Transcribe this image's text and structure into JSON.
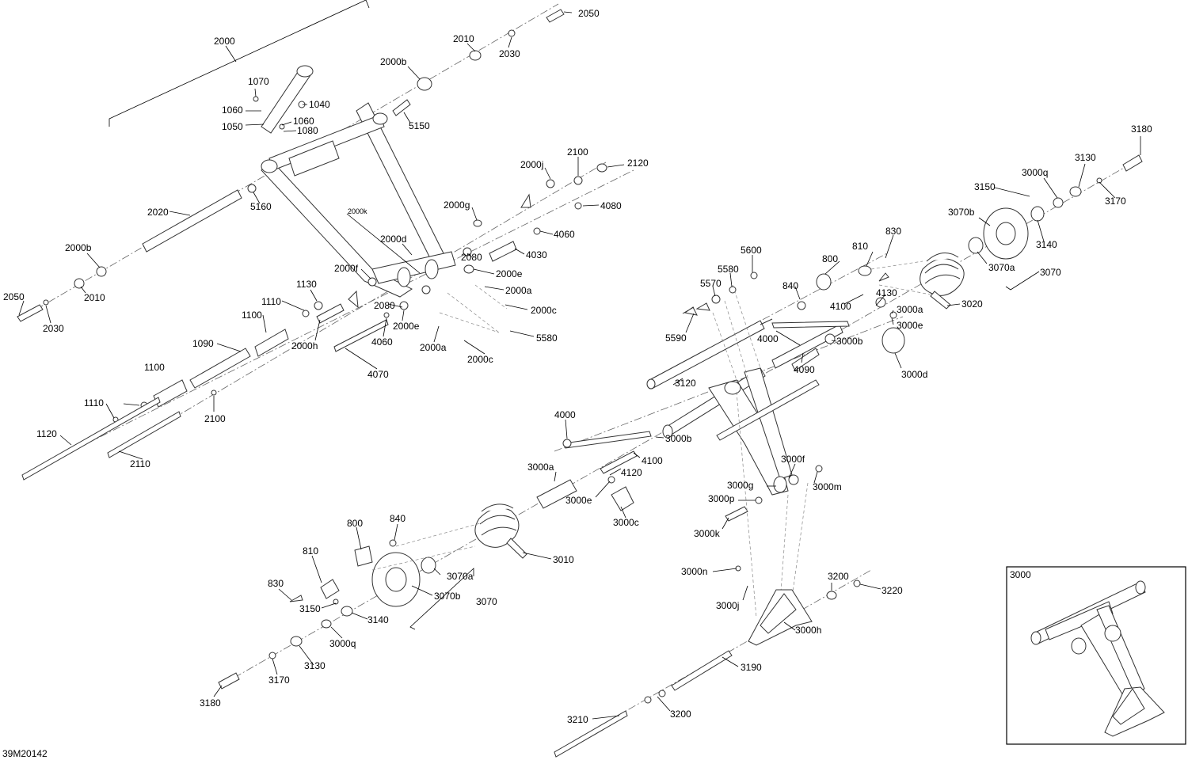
{
  "doc_id": "39M20142",
  "inset_label": "3000",
  "labels": [
    "2050",
    "2010",
    "2030",
    "2000",
    "2000b",
    "1070",
    "1040",
    "1060",
    "1050",
    "1060",
    "1080",
    "5150",
    "2000j",
    "2100",
    "2120",
    "3180",
    "3130",
    "3000q",
    "3170",
    "3150",
    "3070b",
    "3140",
    "3070a",
    "3070",
    "2000k",
    "2020",
    "5160",
    "2000g",
    "4080",
    "2000d",
    "4060",
    "4030",
    "2080",
    "2000e",
    "2000a",
    "2000c",
    "2000b",
    "2010",
    "2000f",
    "1130",
    "1110",
    "2080",
    "2000e",
    "5580",
    "2050",
    "2030",
    "1100",
    "2000h",
    "4060",
    "2000a",
    "2000c",
    "1090",
    "4070",
    "5600",
    "5580",
    "5570",
    "5590",
    "810",
    "830",
    "800",
    "840",
    "4100",
    "4130",
    "3000a",
    "3000e",
    "3020",
    "4000",
    "3000b",
    "3000d",
    "4090",
    "3120",
    "1100",
    "1110",
    "2100",
    "1120",
    "2110",
    "4000",
    "3000b",
    "4100",
    "4120",
    "3000a",
    "3000e",
    "3000c",
    "3000f",
    "3000g",
    "3000p",
    "3000m",
    "3000k",
    "800",
    "840",
    "810",
    "3010",
    "830",
    "3070a",
    "3150",
    "3070b",
    "3070",
    "3140",
    "3000q",
    "3130",
    "3170",
    "3180",
    "3000n",
    "3000j",
    "3200",
    "3220",
    "3000h",
    "3190",
    "3210",
    "3200"
  ]
}
